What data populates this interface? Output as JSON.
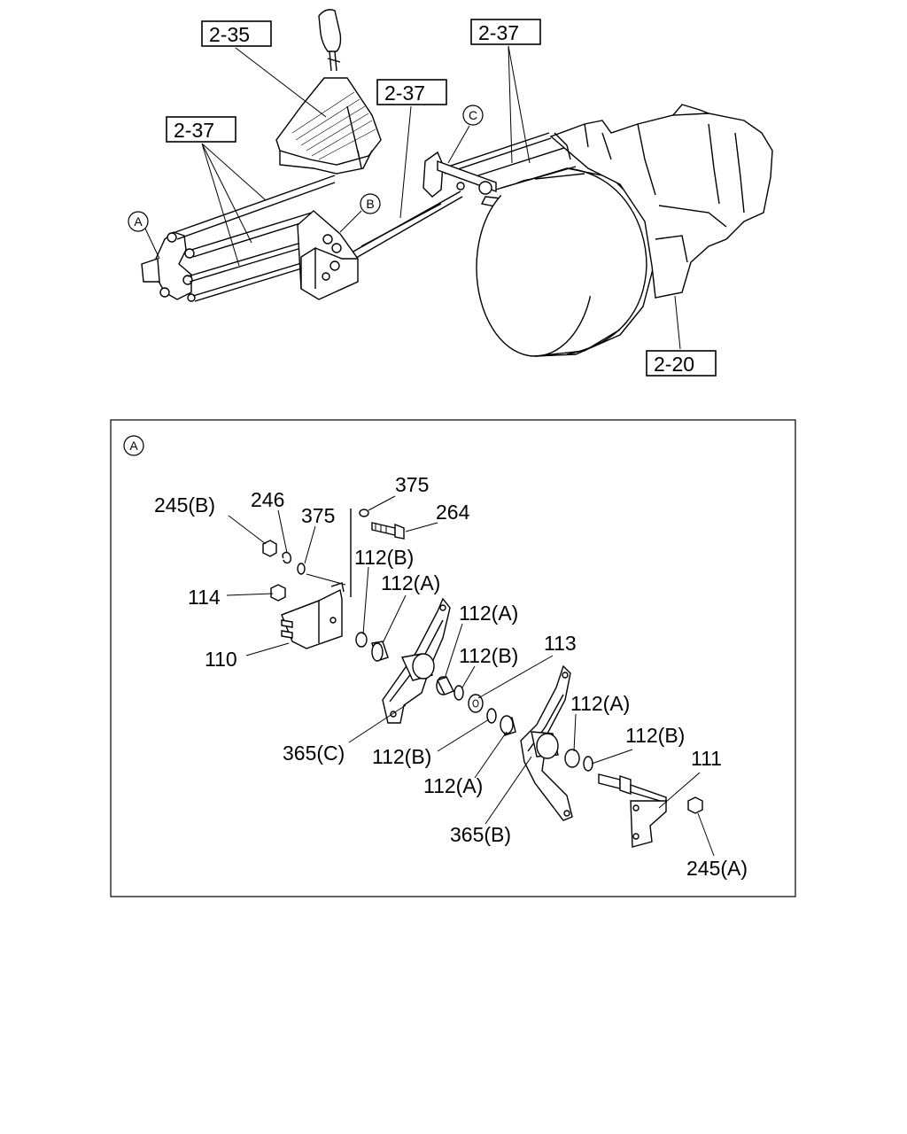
{
  "overview": {
    "ref_boxes": [
      "2-35",
      "2-37",
      "2-37",
      "2-37",
      "2-20"
    ],
    "callouts": [
      "A",
      "B",
      "C"
    ]
  },
  "detail_A": {
    "marker": "A",
    "parts": [
      "245(B)",
      "246",
      "375",
      "375",
      "264",
      "112(B)",
      "112(A)",
      "114",
      "110",
      "112(A)",
      "112(B)",
      "113",
      "365(C)",
      "112(B)",
      "112(A)",
      "112(A)",
      "112(B)",
      "111",
      "365(B)",
      "245(A)"
    ]
  }
}
